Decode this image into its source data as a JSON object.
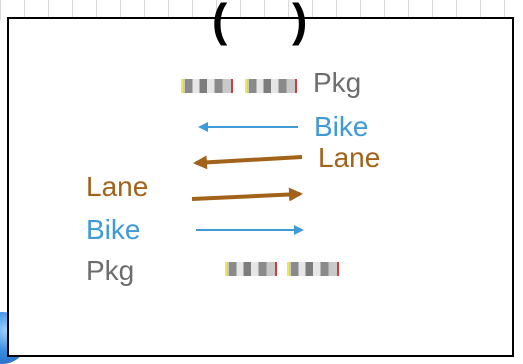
{
  "labels": {
    "top_pkg": "Pkg",
    "top_bike": "Bike",
    "top_lane": "Lane",
    "bottom_lane": "Lane",
    "bottom_bike": "Bike",
    "bottom_pkg": "Pkg"
  },
  "colors": {
    "parking": "#6d6d6d",
    "bike": "#3f9ad6",
    "lane": "#a3621a",
    "frame": "#000000"
  },
  "icons": [
    "parked-car-icon",
    "bike-arrow-icon",
    "lane-arrow-icon",
    "globe-icon"
  ]
}
